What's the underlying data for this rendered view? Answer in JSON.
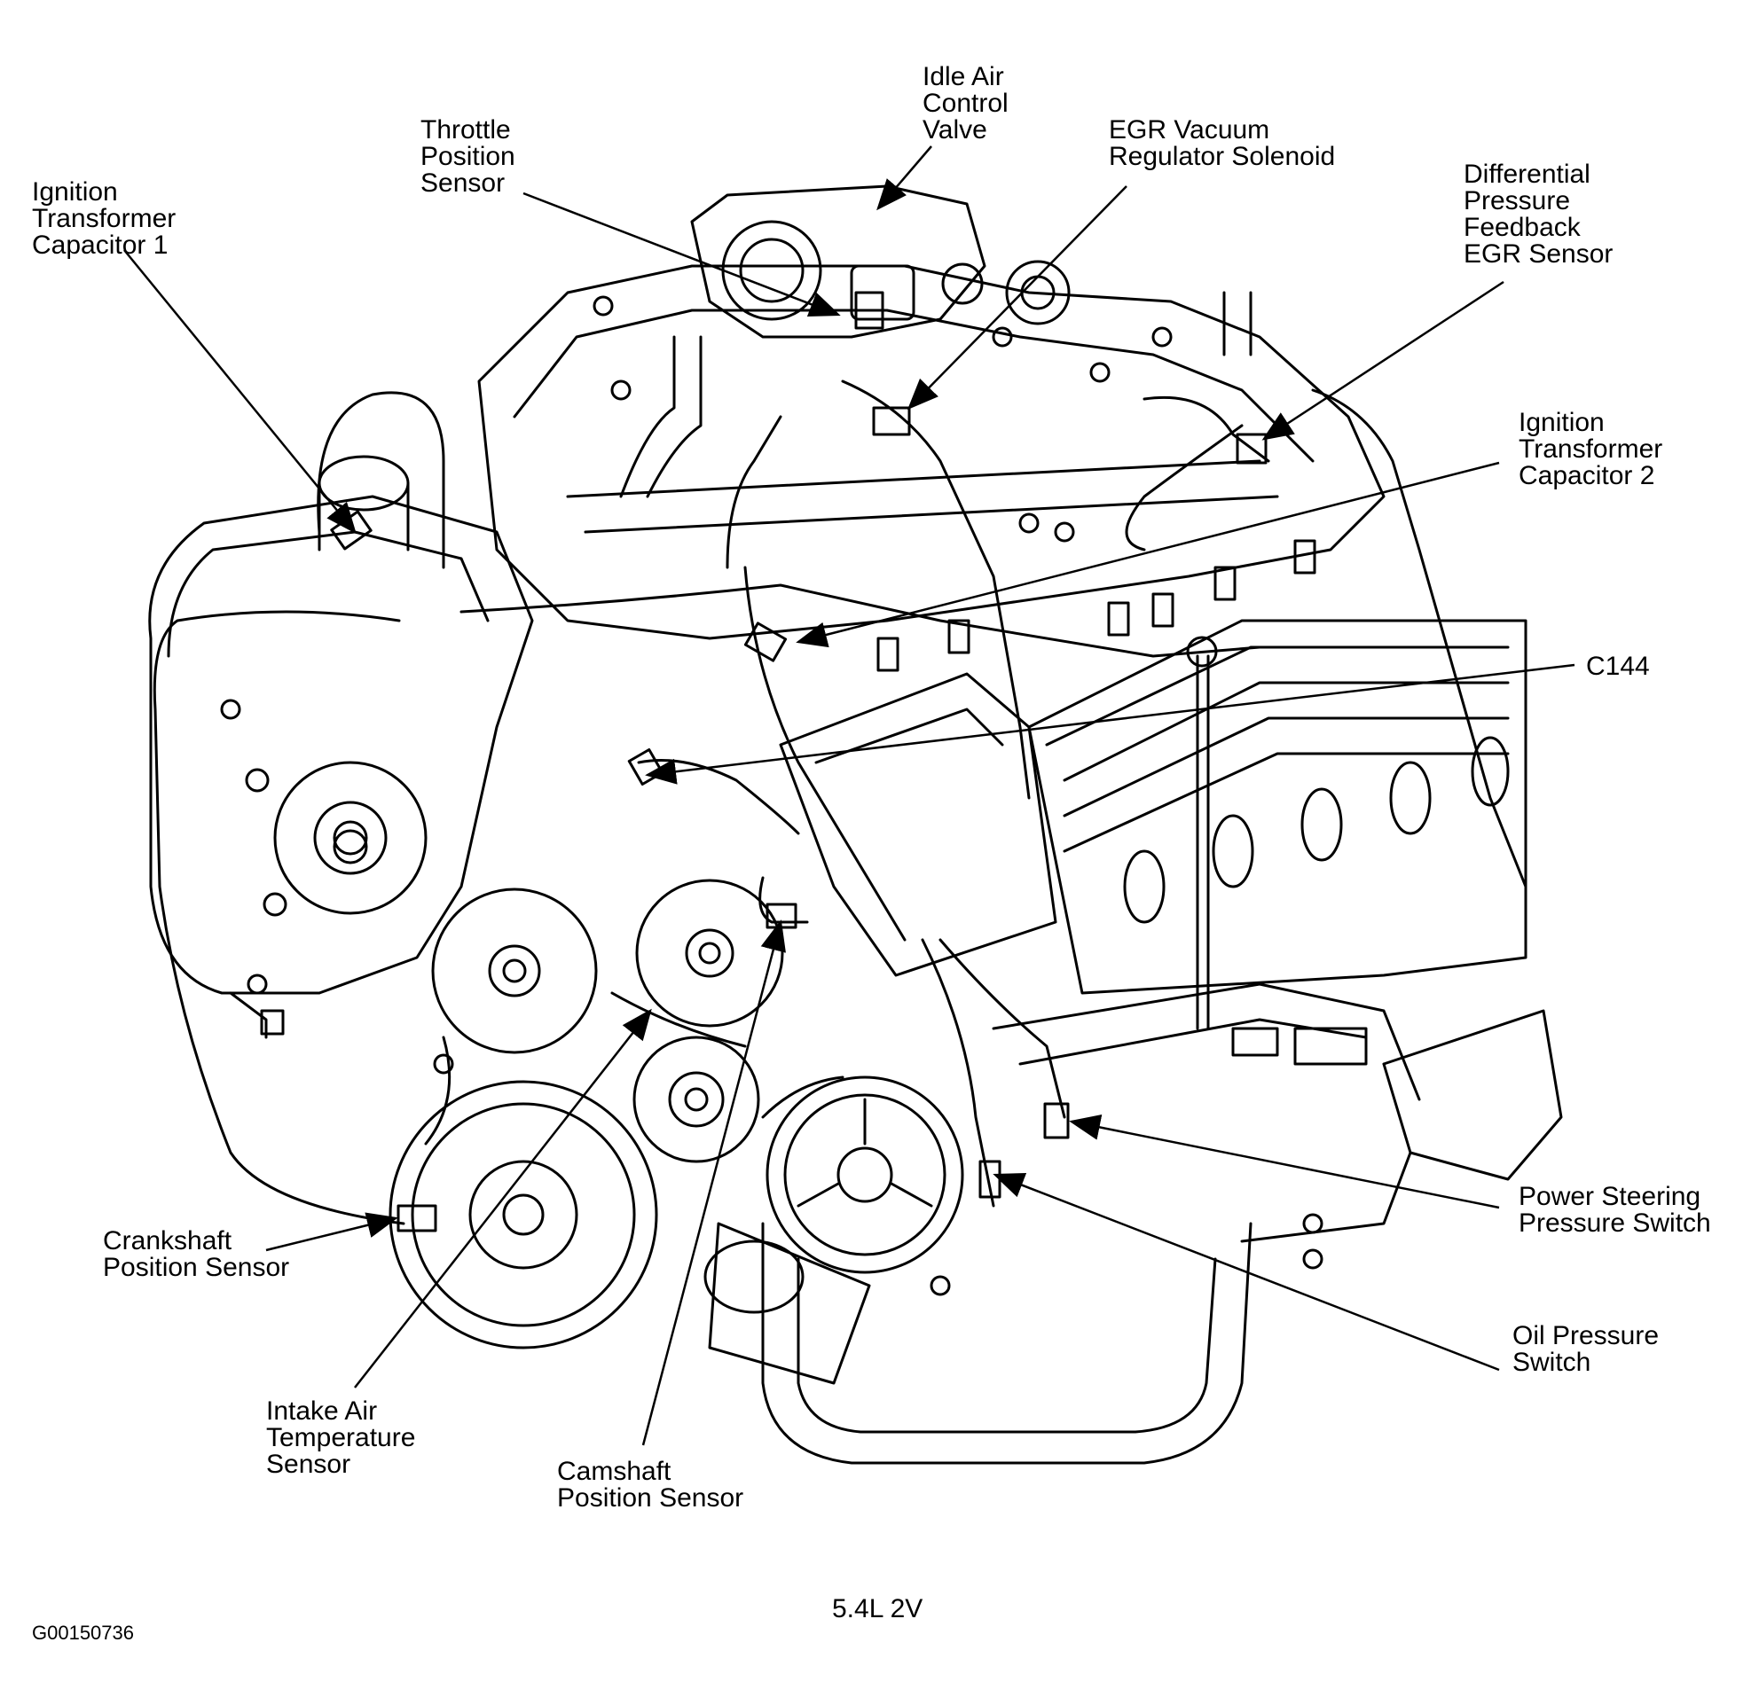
{
  "diagram": {
    "caption": "5.4L 2V",
    "figure_code": "G00150736",
    "labels": {
      "ignition_transformer_capacitor_1": "Ignition\nTransformer\nCapacitor 1",
      "throttle_position_sensor": "Throttle\nPosition\nSensor",
      "idle_air_control_valve": "Idle Air\nControl\nValve",
      "egr_vacuum_regulator_solenoid": "EGR Vacuum\nRegulator Solenoid",
      "differential_pressure_feedback_egr_sensor": "Differential\nPressure\nFeedback\nEGR Sensor",
      "ignition_transformer_capacitor_2": "Ignition\nTransformer\nCapacitor 2",
      "c144": "C144",
      "power_steering_pressure_switch": "Power Steering\nPressure Switch",
      "oil_pressure_switch": "Oil Pressure\nSwitch",
      "crankshaft_position_sensor": "Crankshaft\nPosition Sensor",
      "intake_air_temperature_sensor": "Intake Air\nTemperature\nSensor",
      "camshaft_position_sensor": "Camshaft\nPosition Sensor"
    }
  }
}
